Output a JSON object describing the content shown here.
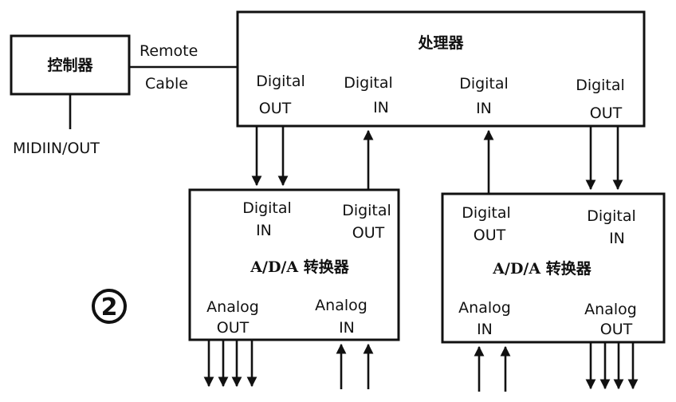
{
  "controller": {
    "label": "控制器",
    "midi": "MIDIIN/OUT"
  },
  "cable": {
    "line1": "Remote",
    "line2": "Cable"
  },
  "processor": {
    "title": "处理器",
    "ports": [
      {
        "l1": "Digital",
        "l2": "OUT"
      },
      {
        "l1": "Digital",
        "l2": "IN"
      },
      {
        "l1": "Digital",
        "l2": "IN"
      },
      {
        "l1": "Digital",
        "l2": "OUT"
      }
    ]
  },
  "converter_left": {
    "title": "A/D/A 转换器",
    "top_ports": [
      {
        "l1": "Digital",
        "l2": "IN"
      },
      {
        "l1": "Digital",
        "l2": "OUT"
      }
    ],
    "bottom_ports": [
      {
        "l1": "Analog",
        "l2": "OUT"
      },
      {
        "l1": "Analog",
        "l2": "IN"
      }
    ]
  },
  "converter_right": {
    "title": "A/D/A 转换器",
    "top_ports": [
      {
        "l1": "Digital",
        "l2": "OUT"
      },
      {
        "l1": "Digital",
        "l2": "IN"
      }
    ],
    "bottom_ports": [
      {
        "l1": "Analog",
        "l2": "IN"
      },
      {
        "l1": "Analog",
        "l2": "OUT"
      }
    ]
  },
  "figure_number": "2"
}
